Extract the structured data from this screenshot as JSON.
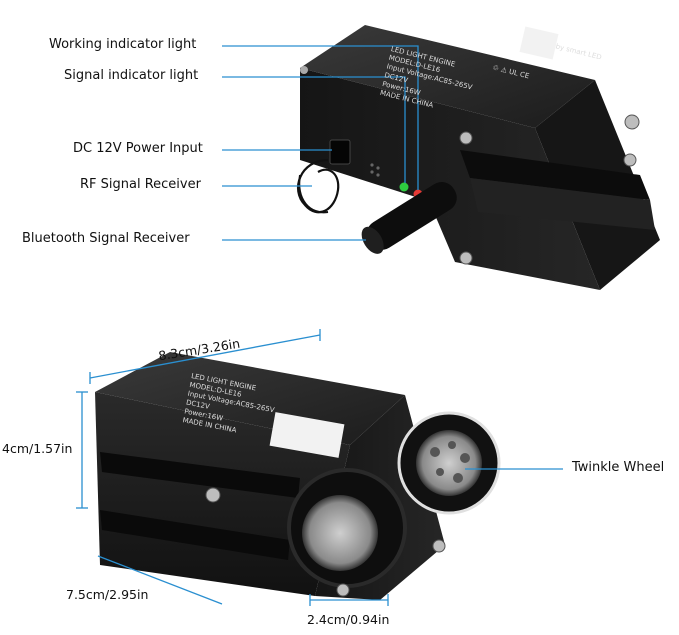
{
  "labels": {
    "working_indicator": "Working indicator light",
    "signal_indicator": "Signal indicator light",
    "dc_power": "DC 12V Power Input",
    "rf_receiver": "RF Signal Receiver",
    "bluetooth_receiver": "Bluetooth Signal Receiver",
    "twinkle_wheel": "Twinkle  Wheel"
  },
  "dimensions": {
    "length": "8.3cm/3.26in",
    "height": "4cm/1.57in",
    "width": "7.5cm/2.95in",
    "lens": "2.4cm/0.94in"
  },
  "device_text": {
    "brand": "LED LIGHT ENGINE",
    "model": "MODEL:D-LE16",
    "input": "Input Voltage:AC85-265V",
    "dc": "DC12V",
    "power": "Power:16W",
    "origin": "MADE IN CHINA",
    "maker": "by smart LED",
    "marks": "♲ ⚠ UL CE"
  },
  "colors": {
    "callout_line": "#2a8fd0",
    "device_body": "#1a1a1a",
    "working_led": "#2ecc40",
    "signal_led": "#e53935"
  }
}
